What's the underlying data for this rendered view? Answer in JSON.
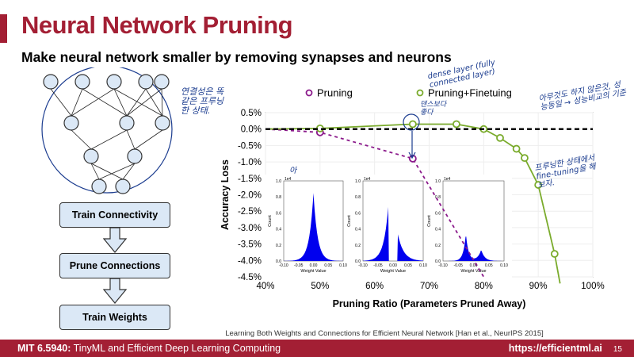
{
  "slide": {
    "title": "Neural Network Pruning",
    "subtitle": "Make neural network smaller by removing synapses and neurons",
    "page_number": "15",
    "accent": "#a31f34"
  },
  "pipeline": {
    "steps": [
      "Train Connectivity",
      "Prune Connections",
      "Train Weights"
    ],
    "fill": "#dbe8f6"
  },
  "citation": {
    "text": "Learning Both Weights and Connections for Efficient Neural Network [Han et al., NeurIPS 2015]"
  },
  "footer": {
    "course_code": "MIT 6.5940:",
    "course_name": " TinyML and Efficient Deep Learning Computing",
    "url": "https://efficientml.ai"
  },
  "annotations": {
    "network": "연결성은 똑같은 프루닝한 상태.",
    "dense": "dense layer (fully connected layer)",
    "better": "덴스보다 좋다",
    "baseline": "아무것도 하지 않은것, 성능동일 → 성능비교의 기준",
    "finetune": "프루닝한 상태에서 fine-tuning을 해보자.",
    "small": "아"
  },
  "chart_data": {
    "type": "line",
    "xlabel": "Pruning Ratio (Parameters Pruned Away)",
    "ylabel": "Accuracy Loss",
    "xlim": [
      40,
      100
    ],
    "ylim": [
      -4.5,
      0.5
    ],
    "xticks": [
      "40%",
      "50%",
      "60%",
      "70%",
      "80%",
      "90%",
      "100%"
    ],
    "yticks": [
      "0.5%",
      "0.0%",
      "-0.5%",
      "-1.0%",
      "-1.5%",
      "-2.0%",
      "-2.5%",
      "-3.0%",
      "-3.5%",
      "-4.0%",
      "-4.5%"
    ],
    "grid": true,
    "legend": "top",
    "series": [
      {
        "name": "Pruning",
        "color": "#8b1a8b",
        "style": "dashed",
        "x": [
          40,
          50,
          67,
          80
        ],
        "y": [
          0,
          -0.1,
          -0.9,
          -4.5
        ],
        "markers": [
          50,
          67
        ]
      },
      {
        "name": "Pruning+Finetuing",
        "color": "#7aab2c",
        "style": "solid",
        "x": [
          40,
          50,
          67,
          75,
          80,
          83,
          86,
          87.5,
          90,
          93,
          94
        ],
        "y": [
          0,
          0.02,
          0.15,
          0.15,
          0.0,
          -0.27,
          -0.6,
          -0.88,
          -1.7,
          -3.8,
          -4.7
        ],
        "markers": [
          50,
          67,
          75,
          80,
          83,
          86,
          87.5,
          90,
          93
        ]
      },
      {
        "name": "",
        "color": "#000000",
        "style": "dashed",
        "x": [
          40,
          100
        ],
        "y": [
          0,
          0
        ]
      }
    ],
    "insets": {
      "xlabel": "Weight Value",
      "ylabel": "Count",
      "scale": "1e4",
      "xticks": [
        "-0.10",
        "-0.05",
        "0.00",
        "0.05",
        "0.10"
      ],
      "yticks": [
        "0.0",
        "0.2",
        "0.4",
        "0.6",
        "0.8",
        "1.0"
      ],
      "color": "#0000ee",
      "histograms": [
        {
          "peaks": [
            {
              "center": 0.0,
              "height": 0.85,
              "width": 0.018
            }
          ],
          "gap": 0
        },
        {
          "peaks": [
            {
              "center": -0.005,
              "height": 0.72,
              "width": 0.02
            }
          ],
          "gap": 0.015
        },
        {
          "peaks": [
            {
              "center": -0.025,
              "height": 0.34,
              "width": 0.011
            },
            {
              "center": 0.025,
              "height": 0.14,
              "width": 0.015
            }
          ],
          "gap": 0
        }
      ]
    }
  }
}
